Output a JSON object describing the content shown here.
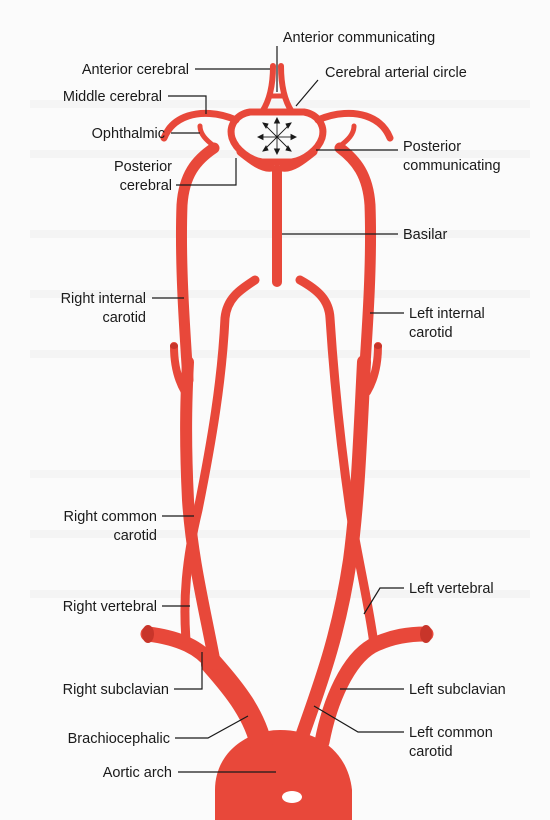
{
  "labels": {
    "anterior_communicating": "Anterior communicating",
    "anterior_cerebral": "Anterior cerebral",
    "cerebral_arterial_circle": "Cerebral arterial circle",
    "middle_cerebral": "Middle cerebral",
    "ophthalmic": "Ophthalmic",
    "posterior_communicating_1": "Posterior",
    "posterior_communicating_2": "communicating",
    "posterior_cerebral_1": "Posterior",
    "posterior_cerebral_2": "cerebral",
    "basilar": "Basilar",
    "right_internal_carotid_1": "Right internal",
    "right_internal_carotid_2": "carotid",
    "left_internal_carotid_1": "Left internal",
    "left_internal_carotid_2": "carotid",
    "right_common_carotid_1": "Right common",
    "right_common_carotid_2": "carotid",
    "left_vertebral": "Left vertebral",
    "right_vertebral": "Right vertebral",
    "right_subclavian": "Right subclavian",
    "left_subclavian": "Left subclavian",
    "brachiocephalic": "Brachiocephalic",
    "left_common_carotid_1": "Left common",
    "left_common_carotid_2": "carotid",
    "aortic_arch": "Aortic arch"
  },
  "colors": {
    "artery": "#e8483a",
    "artery_dark": "#c8352a",
    "leader": "#1a1a1a"
  }
}
